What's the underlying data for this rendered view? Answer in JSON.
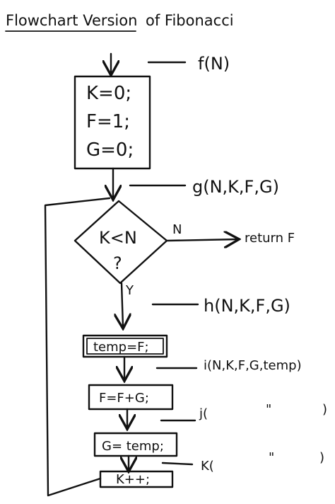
{
  "title": {
    "underlined": "Flowchart Version",
    "rest": "of Fibonacci"
  },
  "init_box": {
    "lines": [
      "K=0;",
      "F=1;",
      "G=0;"
    ]
  },
  "decision": {
    "condition": "K<N",
    "question": "?",
    "no_label": "N",
    "yes_label": "Y",
    "no_result": "return F"
  },
  "steps": [
    "temp=F;",
    "F=F+G;",
    "G= temp;",
    "K++;"
  ],
  "annotations": {
    "f": "f(N)",
    "g": "g(N,K,F,G)",
    "h": "h(N,K,F,G)",
    "i": "i(N,K,F,G,temp)",
    "j_open": "j(",
    "j_ditto": "\"",
    "j_close": ")",
    "k_open": "K(",
    "k_ditto": "\"",
    "k_close": ")"
  },
  "colors": {
    "ink": "#111111",
    "background": "#ffffff"
  }
}
